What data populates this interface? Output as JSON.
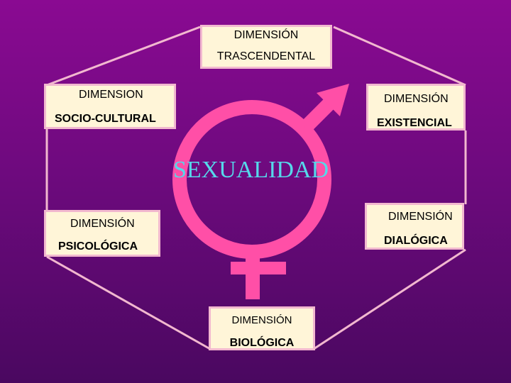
{
  "center": {
    "label": "SEXUALIDAD"
  },
  "dimensions": [
    {
      "line1": "DIMENSIÓN",
      "line2": "TRASCENDENTAL"
    },
    {
      "line1": "DIMENSION",
      "line2": "SOCIO-CULTURAL"
    },
    {
      "line1": "DIMENSIÓN",
      "line2": "EXISTENCIAL"
    },
    {
      "line1": "DIMENSIÓN",
      "line2": "PSICOLÓGICA"
    },
    {
      "line1": "DIMENSIÓN",
      "line2": "DIALÓGICA"
    },
    {
      "line1": "DIMENSIÓN",
      "line2": "BIOLÓGICA"
    }
  ],
  "colors": {
    "background_top": "#8a0a92",
    "background_bottom": "#4a0860",
    "symbol": "#ff4fa7",
    "box_fill": "#fff5d8",
    "box_border": "#f2b8cf",
    "center_text": "#56d8ea"
  },
  "icons": {
    "symbol": "male-female-symbol-icon"
  }
}
